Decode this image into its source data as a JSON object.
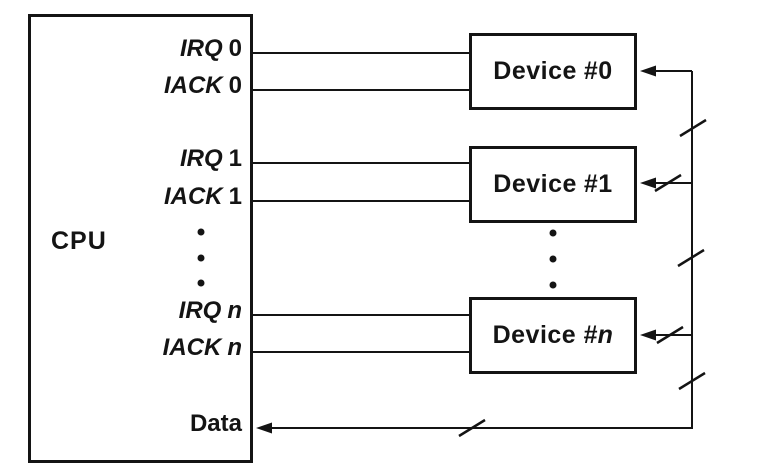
{
  "colors": {
    "ink": "#141414",
    "background": "#ffffff"
  },
  "cpu": {
    "label": "CPU"
  },
  "signals": [
    {
      "name": "IRQ",
      "index": "0",
      "index_italic": false
    },
    {
      "name": "IACK",
      "index": "0",
      "index_italic": false
    },
    {
      "name": "IRQ",
      "index": "1",
      "index_italic": false
    },
    {
      "name": "IACK",
      "index": "1",
      "index_italic": false
    },
    {
      "name": "IRQ",
      "index": "n",
      "index_italic": true
    },
    {
      "name": "IACK",
      "index": "n",
      "index_italic": true
    }
  ],
  "data_bus": {
    "label": "Data"
  },
  "devices": [
    {
      "prefix": "Device",
      "index": "#0",
      "index_italic": false
    },
    {
      "prefix": "Device",
      "index": "#1",
      "index_italic": false
    },
    {
      "prefix": "Device",
      "index": "#n",
      "index_italic": true
    }
  ],
  "icons": {
    "cpu_ellipsis": "vertical-dots",
    "device_ellipsis": "vertical-dots",
    "bus_width_marks": "diagonal-slash",
    "arrowheads": "left-triangle"
  }
}
